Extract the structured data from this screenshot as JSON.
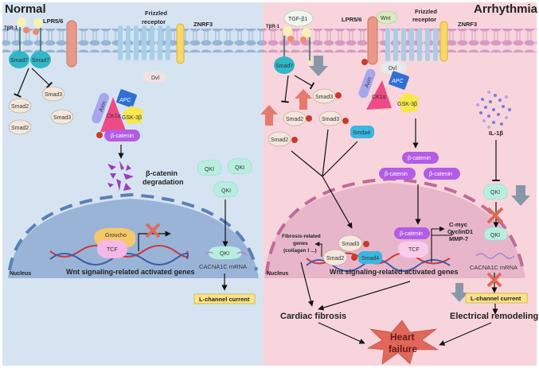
{
  "panels": {
    "normal": {
      "title": "Normal",
      "membrane_labels": {
        "tbr1": "TβR-1",
        "lpr": "LPR5/6",
        "frizzled_line1": "Frizzled",
        "frizzled_line2": "receptor",
        "znrf3": "ZNRF3"
      },
      "smad7_left": "Smad7",
      "smad7_right": "Smad7",
      "smad2_a": "Smad2",
      "smad2_b": "Smad2",
      "smad3_a": "Smad3",
      "smad3_b": "Smad3",
      "dvl": "Dvl",
      "axin": "Axin",
      "apc": "APC",
      "ck1a": "CK1α",
      "gsk3b": "GSK-3β",
      "bcatenin": "β-catenin",
      "degradation_line1": "β-catenin",
      "degradation_line2": "degradation",
      "qki_1": "QKI",
      "qki_2": "QKI",
      "qki_3": "QKI",
      "qki_nuc": "QKI",
      "groucho": "Groucho",
      "tcf": "TCF",
      "nucleus": "Nucleus",
      "genes": "Wnt signaling-related activated genes",
      "mrna": "CACNA1C mRNA",
      "l_channel": "L-channel current"
    },
    "arrhythmia": {
      "title": "Arrhythmia",
      "membrane_labels": {
        "tbr1": "TβR-1",
        "tgf": "TGF-β1",
        "lpr": "LPR5/6",
        "wnt": "Wnt",
        "frizzled_line1": "Frizzled",
        "frizzled_line2": "receptor",
        "znrf3": "ZNRF3"
      },
      "smad7": "Smad7",
      "smad2_a": "Smad2",
      "smad2_b": "Smad2",
      "smad3_a": "Smad3",
      "smad3_b": "Smad3",
      "smda4": "Smda4",
      "dvl": "Dvl",
      "axin": "Axin",
      "apc": "APC",
      "ck1a": "CK1α",
      "gsk3b": "GSK-3β",
      "bcatenin_1": "β-catenin",
      "bcatenin_2": "β-catenin",
      "bcatenin_3": "β-catenin",
      "bcatenin_nuc": "β-catenin",
      "il1b": "IL-1β",
      "qki_1": "QKI",
      "qki_2": "QKI",
      "targets": [
        "C-myc",
        "CyclinD1",
        "MMP-7"
      ],
      "fibrosis_genes": [
        "Fibrosis-related",
        "genes",
        "(collagen Ⅰ ...)"
      ],
      "smad3_nuc": "Smad3",
      "smad2_nuc": "Smad2",
      "smad4_nuc": "Smad4",
      "tcf": "TCF",
      "nucleus": "Nucleus",
      "genes": "Wnt signaling-related activated genes",
      "mrna": "CACNA1C mRNA",
      "l_channel": "L-channel current",
      "cardiac_fibrosis": "Cardiac fibrosis",
      "electrical_remodeling": "Electrical remodeling",
      "heart_failure_line1": "Heart",
      "heart_failure_line2": "failure"
    }
  },
  "colors": {
    "normal_bg": "#d6e4f2",
    "arrhythmia_bg": "#f8d5dc",
    "normal_nucleus": "#9ab4d8",
    "arrhythmia_nucleus": "#e8b6cb",
    "bcatenin": "#b35ce6",
    "qki": "#b8eee0",
    "smad7": "#2fb8c8",
    "heart_failure": "#e0675a",
    "l_channel_box": "#fbe38a"
  }
}
